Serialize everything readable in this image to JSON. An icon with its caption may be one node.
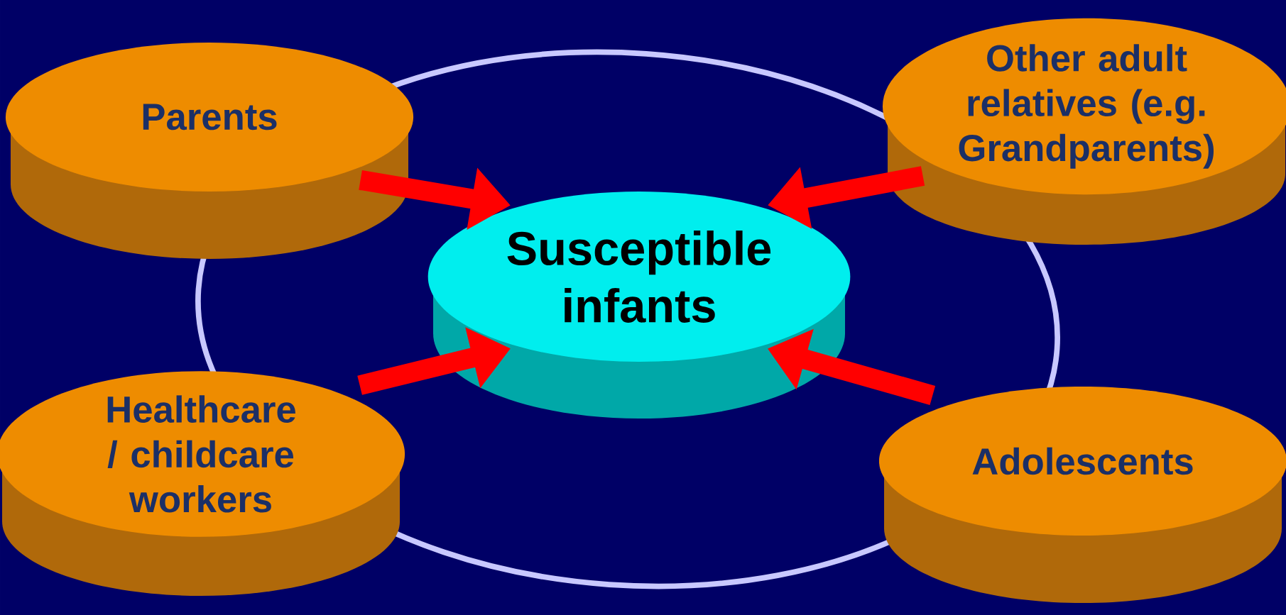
{
  "diagram": {
    "nodes": [
      {
        "text": [
          "Parents"
        ]
      },
      {
        "text": [
          "Other adult relatives (e.g. Grandparents)"
        ]
      },
      {
        "text": [
          "Susceptible infants"
        ]
      },
      {
        "text": [
          "Healthcare / childcare workers"
        ]
      },
      {
        "text": [
          "Adolescents"
        ]
      }
    ],
    "edges": [
      {
        "from": 0,
        "to": 2,
        "arrow": "to"
      },
      {
        "from": 1,
        "to": 2,
        "arrow": "to"
      },
      {
        "from": 3,
        "to": 2,
        "arrow": "to"
      },
      {
        "from": 4,
        "to": 2,
        "arrow": "to"
      }
    ]
  }
}
